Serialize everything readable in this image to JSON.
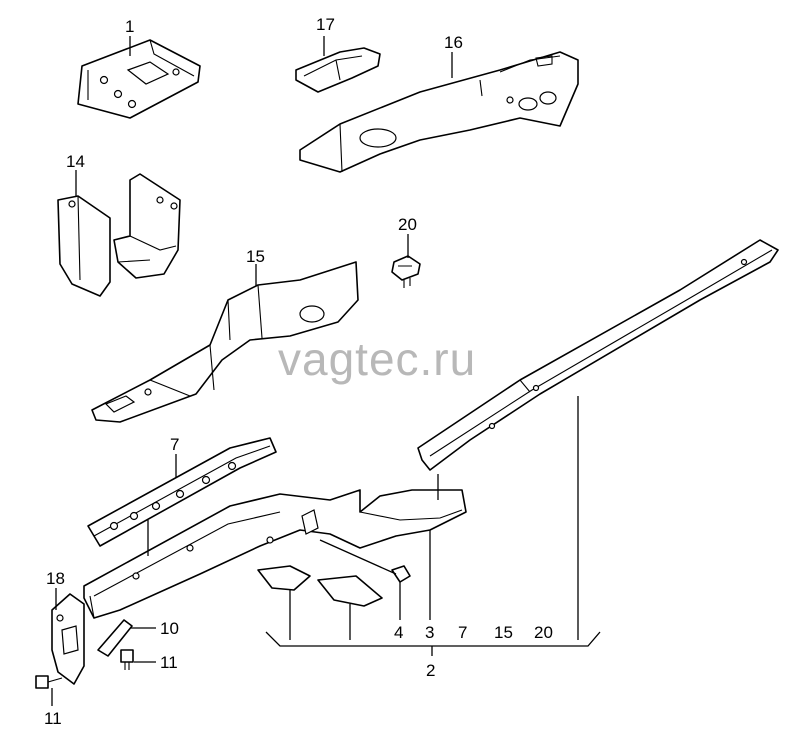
{
  "watermark": "vagtec.ru",
  "labels": {
    "p1": "1",
    "p17": "17",
    "p16": "16",
    "p14": "14",
    "p20a": "20",
    "p15a": "15",
    "p7a": "7",
    "p18": "18",
    "p10": "10",
    "p11a": "11",
    "p11b": "11",
    "p4": "4",
    "p3": "3",
    "p7b": "7",
    "p15b": "15",
    "p20b": "20",
    "p2": "2"
  }
}
